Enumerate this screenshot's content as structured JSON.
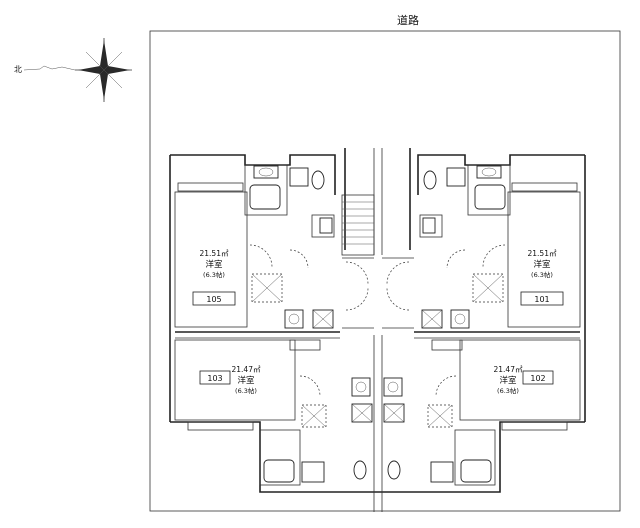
{
  "road_label": "道路",
  "north_label": "北",
  "units": [
    {
      "id": "unit-105",
      "area": "21.51㎡",
      "room": "洋室",
      "tatami": "(6.3帖)",
      "number": "105"
    },
    {
      "id": "unit-101",
      "area": "21.51㎡",
      "room": "洋室",
      "tatami": "(6.3帖)",
      "number": "101"
    },
    {
      "id": "unit-103",
      "area": "21.47㎡",
      "room": "洋室",
      "tatami": "(6.3帖)",
      "number": "103"
    },
    {
      "id": "unit-102",
      "area": "21.47㎡",
      "room": "洋室",
      "tatami": "(6.3帖)",
      "number": "102"
    }
  ]
}
